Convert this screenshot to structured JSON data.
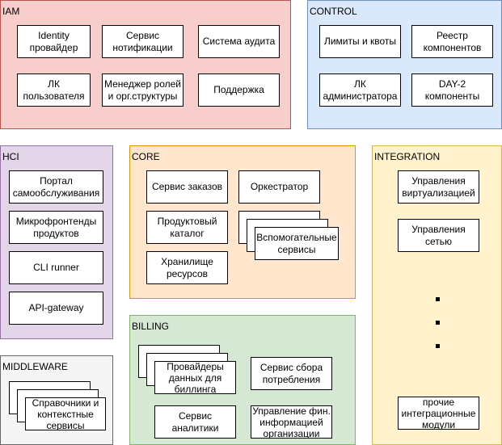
{
  "diagram": {
    "groups": {
      "iam": {
        "label": "IAM",
        "color_fill": "#f8cecc",
        "color_stroke": "#b85450",
        "components": [
          "Identity\nпровайдер",
          "Сервис\nнотификации",
          "Система аудита",
          "ЛК\nпользователя",
          "Менеджер ролей\nи орг.структуры",
          "Поддержка"
        ]
      },
      "control": {
        "label": "CONTROL",
        "color_fill": "#dae8fc",
        "color_stroke": "#6c8ebf",
        "components": [
          "Лимиты и квоты",
          "Реестр\nкомпонентов",
          "ЛК\nадминистратора",
          "DAY-2\nкомпоненты"
        ]
      },
      "hci": {
        "label": "HCI",
        "color_fill": "#e1d5e7",
        "color_stroke": "#9673a6",
        "components": [
          "Портал\nсамообслуживания",
          "Микрофронтенды\nпродуктов",
          "CLI runner",
          "API-gateway"
        ]
      },
      "core": {
        "label": "CORE",
        "color_fill": "#ffe6cc",
        "color_stroke": "#d79b00",
        "components": [
          "Сервис заказов",
          "Оркестратор",
          "Продуктовый\nкаталог",
          "Вспомогательные\nсервисы",
          "Хранилище\nресурсов"
        ]
      },
      "integration": {
        "label": "INTEGRATION",
        "color_fill": "#fff2cc",
        "color_stroke": "#d6b656",
        "components": [
          "Управления\nвиртуализацией",
          "Управления\nсетью",
          "прочие\nинтеграционные\nмодули"
        ],
        "ellipsis_dots": 3
      },
      "billing": {
        "label": "BILLING",
        "color_fill": "#d5e8d4",
        "color_stroke": "#82b366",
        "components": [
          "Провайдеры\nданных для\nбиллинга",
          "Сервис сбора\nпотребления",
          "Сервис\nаналитики",
          "Управление фин.\nинформацией\nорганизации"
        ]
      },
      "middleware": {
        "label": "MIDDLEWARE",
        "color_fill": "#f5f5f5",
        "color_stroke": "#666666",
        "components": [
          "Справочники и\nконтекстные\nсервисы"
        ]
      }
    }
  }
}
